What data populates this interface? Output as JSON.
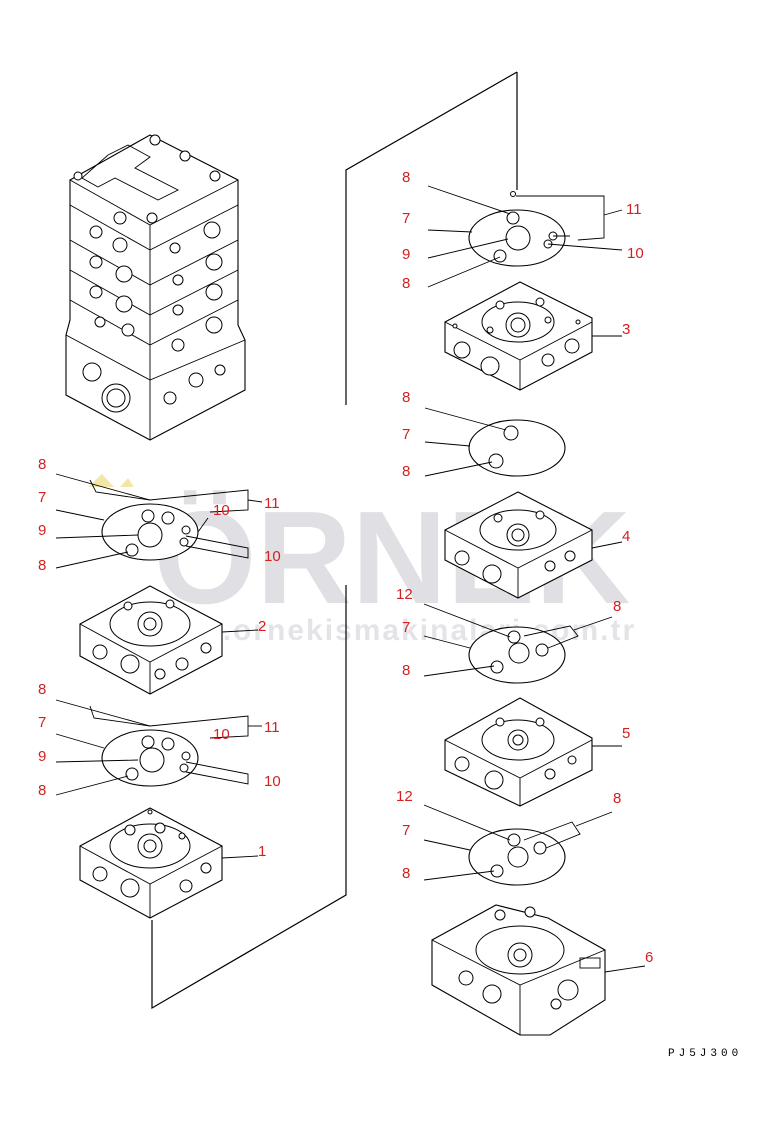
{
  "watermark": {
    "brand": "ÖRNEK",
    "url": "www.ornekismakinalari.com.tr"
  },
  "drawing_code": "PJ5J300",
  "callouts": {
    "g3": {
      "c8a": "8",
      "c7": "7",
      "c9": "9",
      "c8b": "8",
      "c11": "11",
      "c10": "10",
      "c3": "3"
    },
    "g4": {
      "c8a": "8",
      "c7": "7",
      "c8b": "8",
      "c4": "4"
    },
    "g2": {
      "c8a": "8",
      "c7": "7",
      "c9": "9",
      "c8b": "8",
      "c11": "11",
      "c10a": "10",
      "c10b": "10",
      "c2": "2"
    },
    "g1": {
      "c8a": "8",
      "c7": "7",
      "c9": "9",
      "c8b": "8",
      "c11": "11",
      "c10a": "10",
      "c10b": "10",
      "c1": "1"
    },
    "g5": {
      "c12": "12",
      "c8r": "8",
      "c7": "7",
      "c8b": "8",
      "c5": "5"
    },
    "g6": {
      "c12": "12",
      "c8r": "8",
      "c7": "7",
      "c8b": "8",
      "c6": "6"
    }
  }
}
